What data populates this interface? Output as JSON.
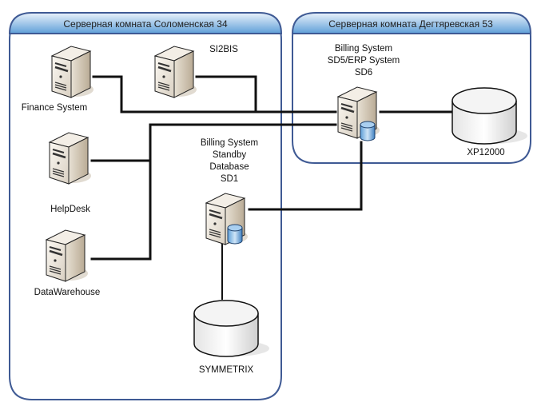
{
  "zones": [
    {
      "id": "solomenskaya",
      "title": "Серверная комната Соломенская 34"
    },
    {
      "id": "degtyarevskaya",
      "title": "Серверная комната Дегтяревская 53"
    }
  ],
  "nodes": {
    "finance": {
      "label": [
        "Finance System"
      ],
      "icon": "server-icon"
    },
    "s2bis": {
      "label": [
        "SI2BIS"
      ],
      "icon": "server-icon"
    },
    "helpdesk": {
      "label": [
        "HelpDesk"
      ],
      "icon": "server-icon"
    },
    "datawarehouse": {
      "label": [
        "DataWarehouse"
      ],
      "icon": "server-icon"
    },
    "standby": {
      "label": [
        "Billing System",
        "Standby",
        "Database",
        "SD1"
      ],
      "icon": "database-server-icon"
    },
    "billing": {
      "label": [
        "Billing System",
        "SD5/ERP System",
        "SD6"
      ],
      "icon": "database-server-icon"
    },
    "xp12000": {
      "label": [
        "XP12000"
      ],
      "icon": "storage-cylinder-icon"
    },
    "symmetrix": {
      "label": [
        "SYMMETRIX"
      ],
      "icon": "storage-cylinder-icon"
    }
  },
  "links": [
    {
      "from": "finance",
      "to": "billing"
    },
    {
      "from": "s2bis",
      "to": "billing"
    },
    {
      "from": "helpdesk",
      "to": "billing"
    },
    {
      "from": "datawarehouse",
      "to": "billing"
    },
    {
      "from": "standby",
      "to": "billing"
    },
    {
      "from": "billing",
      "to": "xp12000"
    },
    {
      "from": "standby",
      "to": "symmetrix"
    }
  ],
  "colors": {
    "zone_border": "#3f5a94",
    "zone_header_top": "#e6f0fa",
    "zone_header_bottom": "#5b9bd5",
    "link": "#111111",
    "server_front": "#efe9df",
    "server_side": "#c9bca8",
    "db_blue": "#6fa8dc"
  }
}
